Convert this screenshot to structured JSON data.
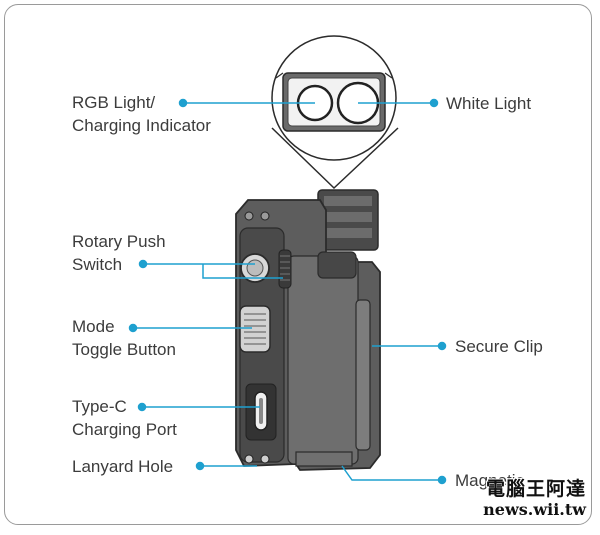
{
  "labels": {
    "rgb_light": [
      "RGB Light/",
      "Charging Indicator"
    ],
    "white_light": "White Light",
    "rotary_switch": [
      "Rotary Push",
      "Switch"
    ],
    "mode_toggle": [
      "Mode",
      "Toggle Button"
    ],
    "secure_clip": "Secure Clip",
    "type_c": [
      "Type-C",
      "Charging Port"
    ],
    "lanyard_hole": "Lanyard Hole",
    "magnetic": "Magnetic"
  },
  "watermark": {
    "line1": "電腦王阿達",
    "line2": "news.wii.tw"
  },
  "colors": {
    "leader": "#1ea0cf",
    "device_body": "#5d5d5d",
    "device_dark": "#3e3e3e",
    "device_light": "#8a8a8a",
    "frame": "#9a9a9a"
  }
}
